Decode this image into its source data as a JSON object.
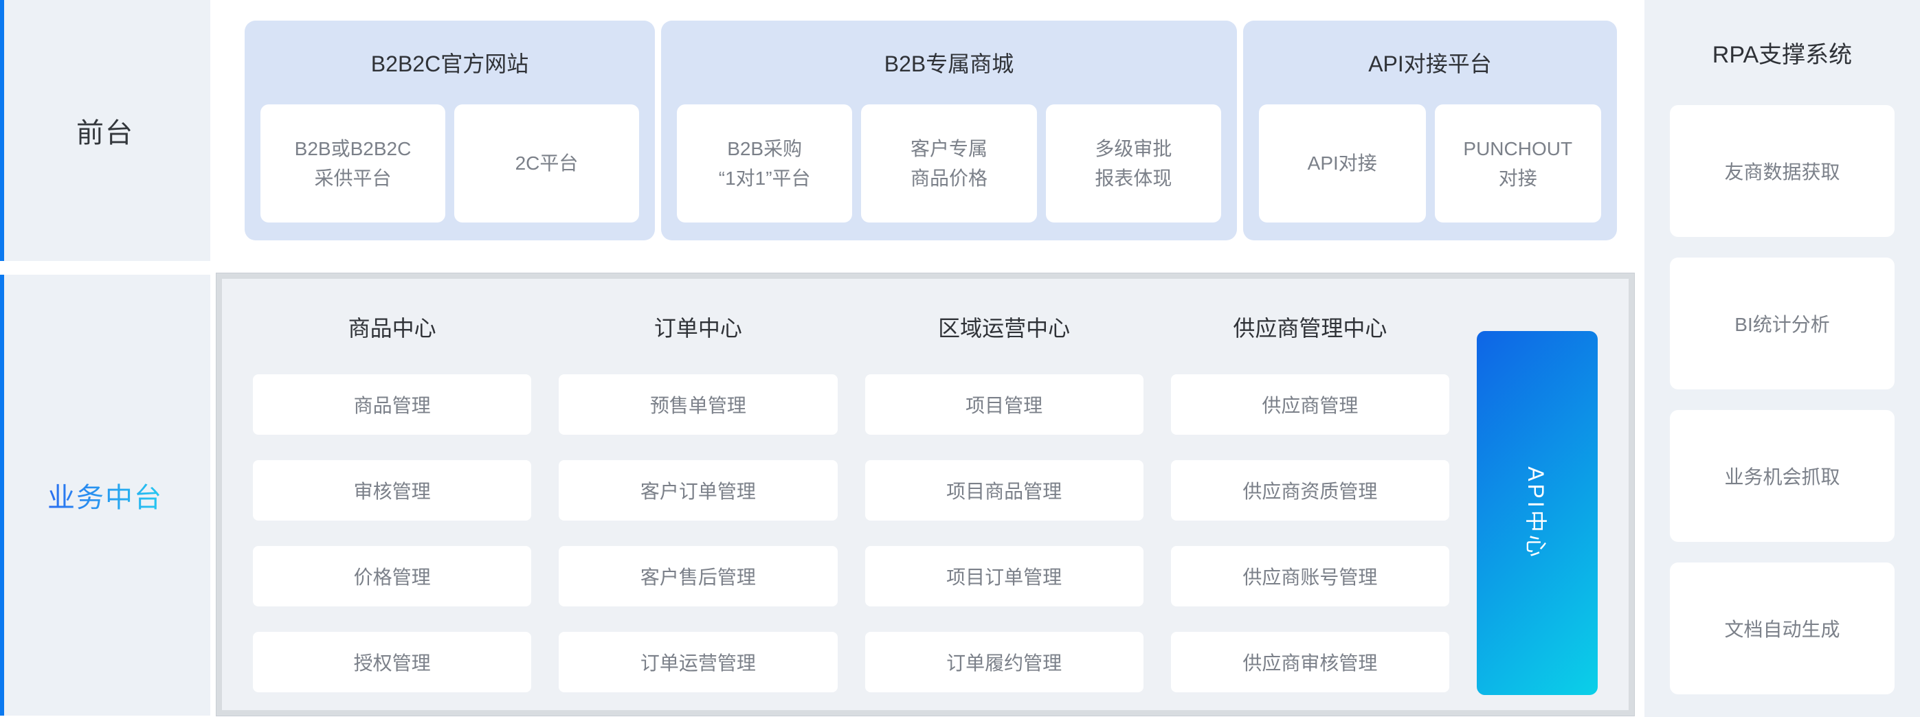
{
  "front_row": {
    "sidebar_label": "前台",
    "groups": [
      {
        "title": "B2B2C官方网站",
        "items": [
          "B2B或B2B2C\n采供平台",
          "2C平台"
        ]
      },
      {
        "title": "B2B专属商城",
        "items": [
          "B2B采购\n“1对1”平台",
          "客户专属\n商品价格",
          "多级审批\n报表体现"
        ]
      },
      {
        "title": "API对接平台",
        "items": [
          "API对接",
          "PUNCHOUT\n对接"
        ]
      }
    ]
  },
  "middle_row": {
    "sidebar_label": "业务中台",
    "columns": [
      {
        "title": "商品中心",
        "items": [
          "商品管理",
          "审核管理",
          "价格管理",
          "授权管理"
        ]
      },
      {
        "title": "订单中心",
        "items": [
          "预售单管理",
          "客户订单管理",
          "客户售后管理",
          "订单运营管理"
        ]
      },
      {
        "title": "区域运营中心",
        "items": [
          "项目管理",
          "项目商品管理",
          "项目订单管理",
          "订单履约管理"
        ]
      },
      {
        "title": "供应商管理中心",
        "items": [
          "供应商管理",
          "供应商资质管理",
          "供应商账号管理",
          "供应商审核管理"
        ]
      }
    ],
    "api_bar_label": "API中心"
  },
  "rpa": {
    "title": "RPA支撑系统",
    "items": [
      "友商数据获取",
      "BI统计分析",
      "业务机会抓取",
      "文档自动生成"
    ]
  },
  "colors": {
    "accent_blue": "#0b79f0",
    "sidebar_bg": "#edf1f6",
    "group_bg": "#d8e3f6",
    "panel_bg": "#eef1f5",
    "panel_border": "#d8dce0",
    "gradient_label_start": "#2b6df0",
    "gradient_label_end": "#25c9f0",
    "api_bar_start": "#0e65e6",
    "api_bar_end": "#0bd0e8",
    "title_text": "#2f3237",
    "item_text": "#7b8089"
  }
}
